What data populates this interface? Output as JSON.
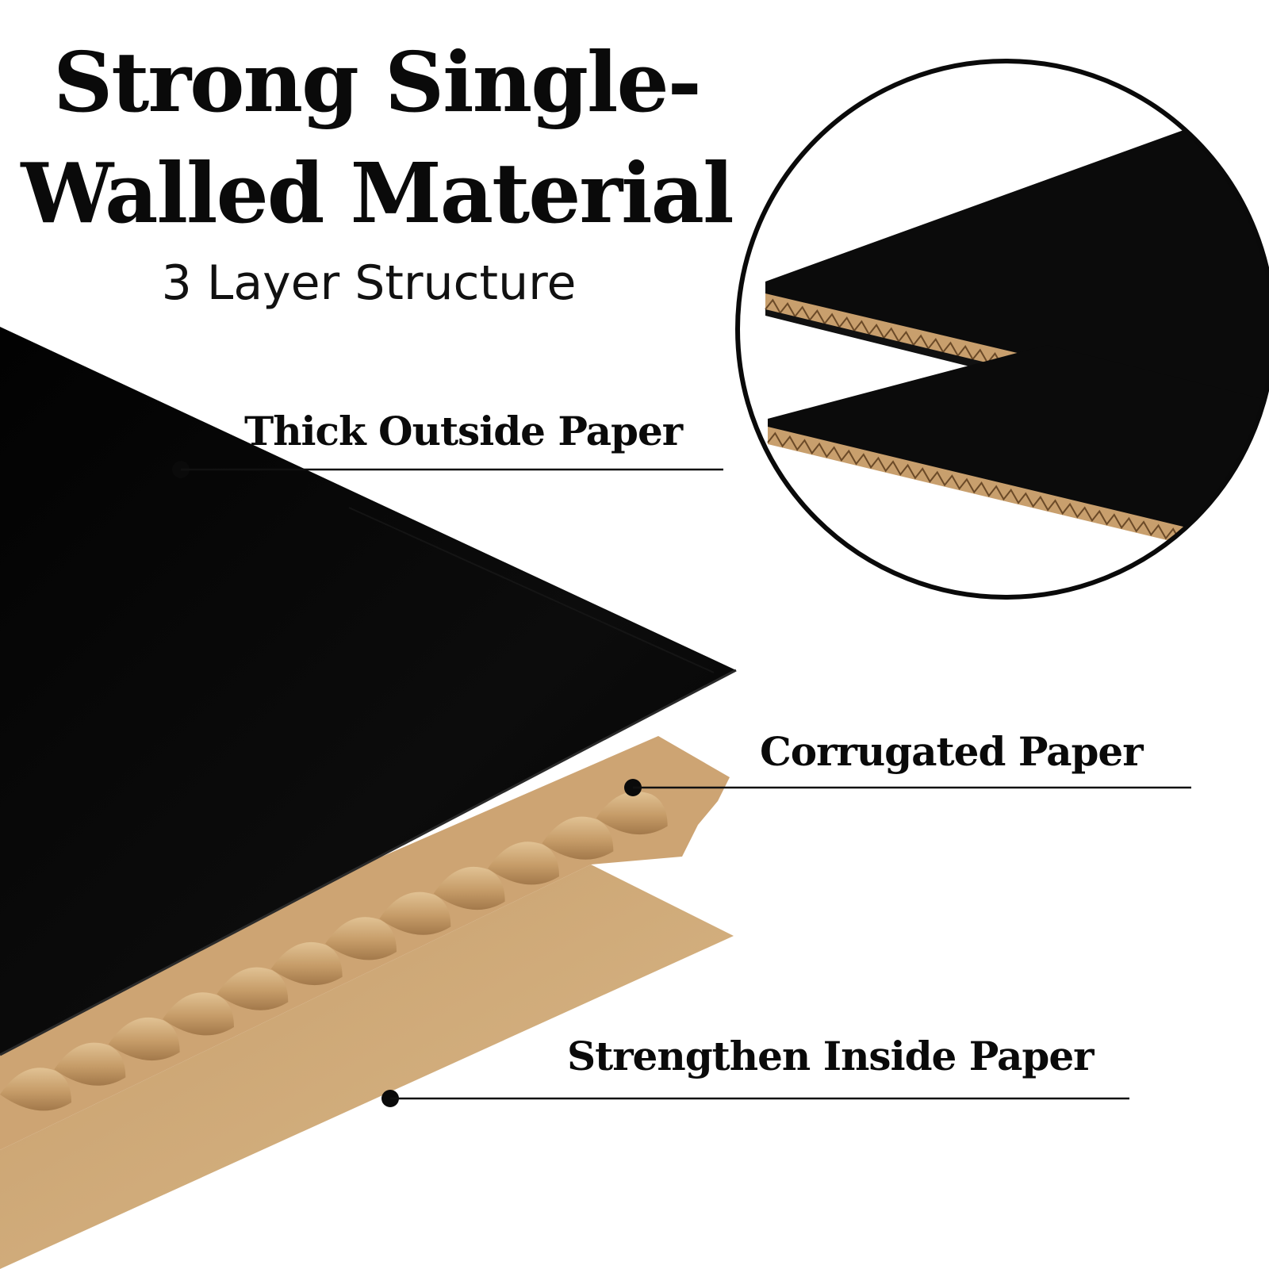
{
  "heading": {
    "line1": "Strong Single-",
    "line2": "Walled Material",
    "subtitle": "3 Layer Structure"
  },
  "callouts": {
    "outside": "Thick Outside Paper",
    "corrugated": "Corrugated Paper",
    "inside": "Strengthen Inside Paper"
  },
  "colors": {
    "outer_paper": "#070707",
    "kraft": "#d2ad7c",
    "kraft_dark": "#b48a58",
    "ink": "#0a0a0a"
  }
}
